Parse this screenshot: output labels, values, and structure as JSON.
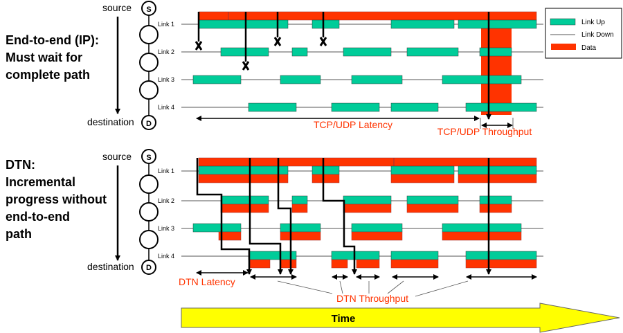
{
  "top_section": {
    "title_lines": [
      "End-to-end (IP):",
      "Must wait for",
      "complete path"
    ],
    "source_label": "source",
    "destination_label": "destination",
    "source_node": "S",
    "destination_node": "D",
    "links": [
      "Link 1",
      "Link 2",
      "Link 3",
      "Link 4"
    ],
    "latency_label": "TCP/UDP Latency",
    "throughput_label": "TCP/UDP Throughput"
  },
  "bottom_section": {
    "title_lines": [
      "DTN:",
      "Incremental",
      "progress without",
      "end-to-end",
      "path"
    ],
    "source_label": "source",
    "destination_label": "destination",
    "source_node": "S",
    "destination_node": "D",
    "links": [
      "Link 1",
      "Link 2",
      "Link 3",
      "Link 4"
    ],
    "latency_label": "DTN Latency",
    "throughput_label": "DTN Throughput"
  },
  "legend": {
    "items": [
      "Link Up",
      "Link Down",
      "Data"
    ],
    "colors": {
      "link_up": "#00cc99",
      "link_down": "#555555",
      "data": "#ff3300"
    }
  },
  "time_arrow": {
    "label": "Time",
    "color": "#ffff00"
  }
}
